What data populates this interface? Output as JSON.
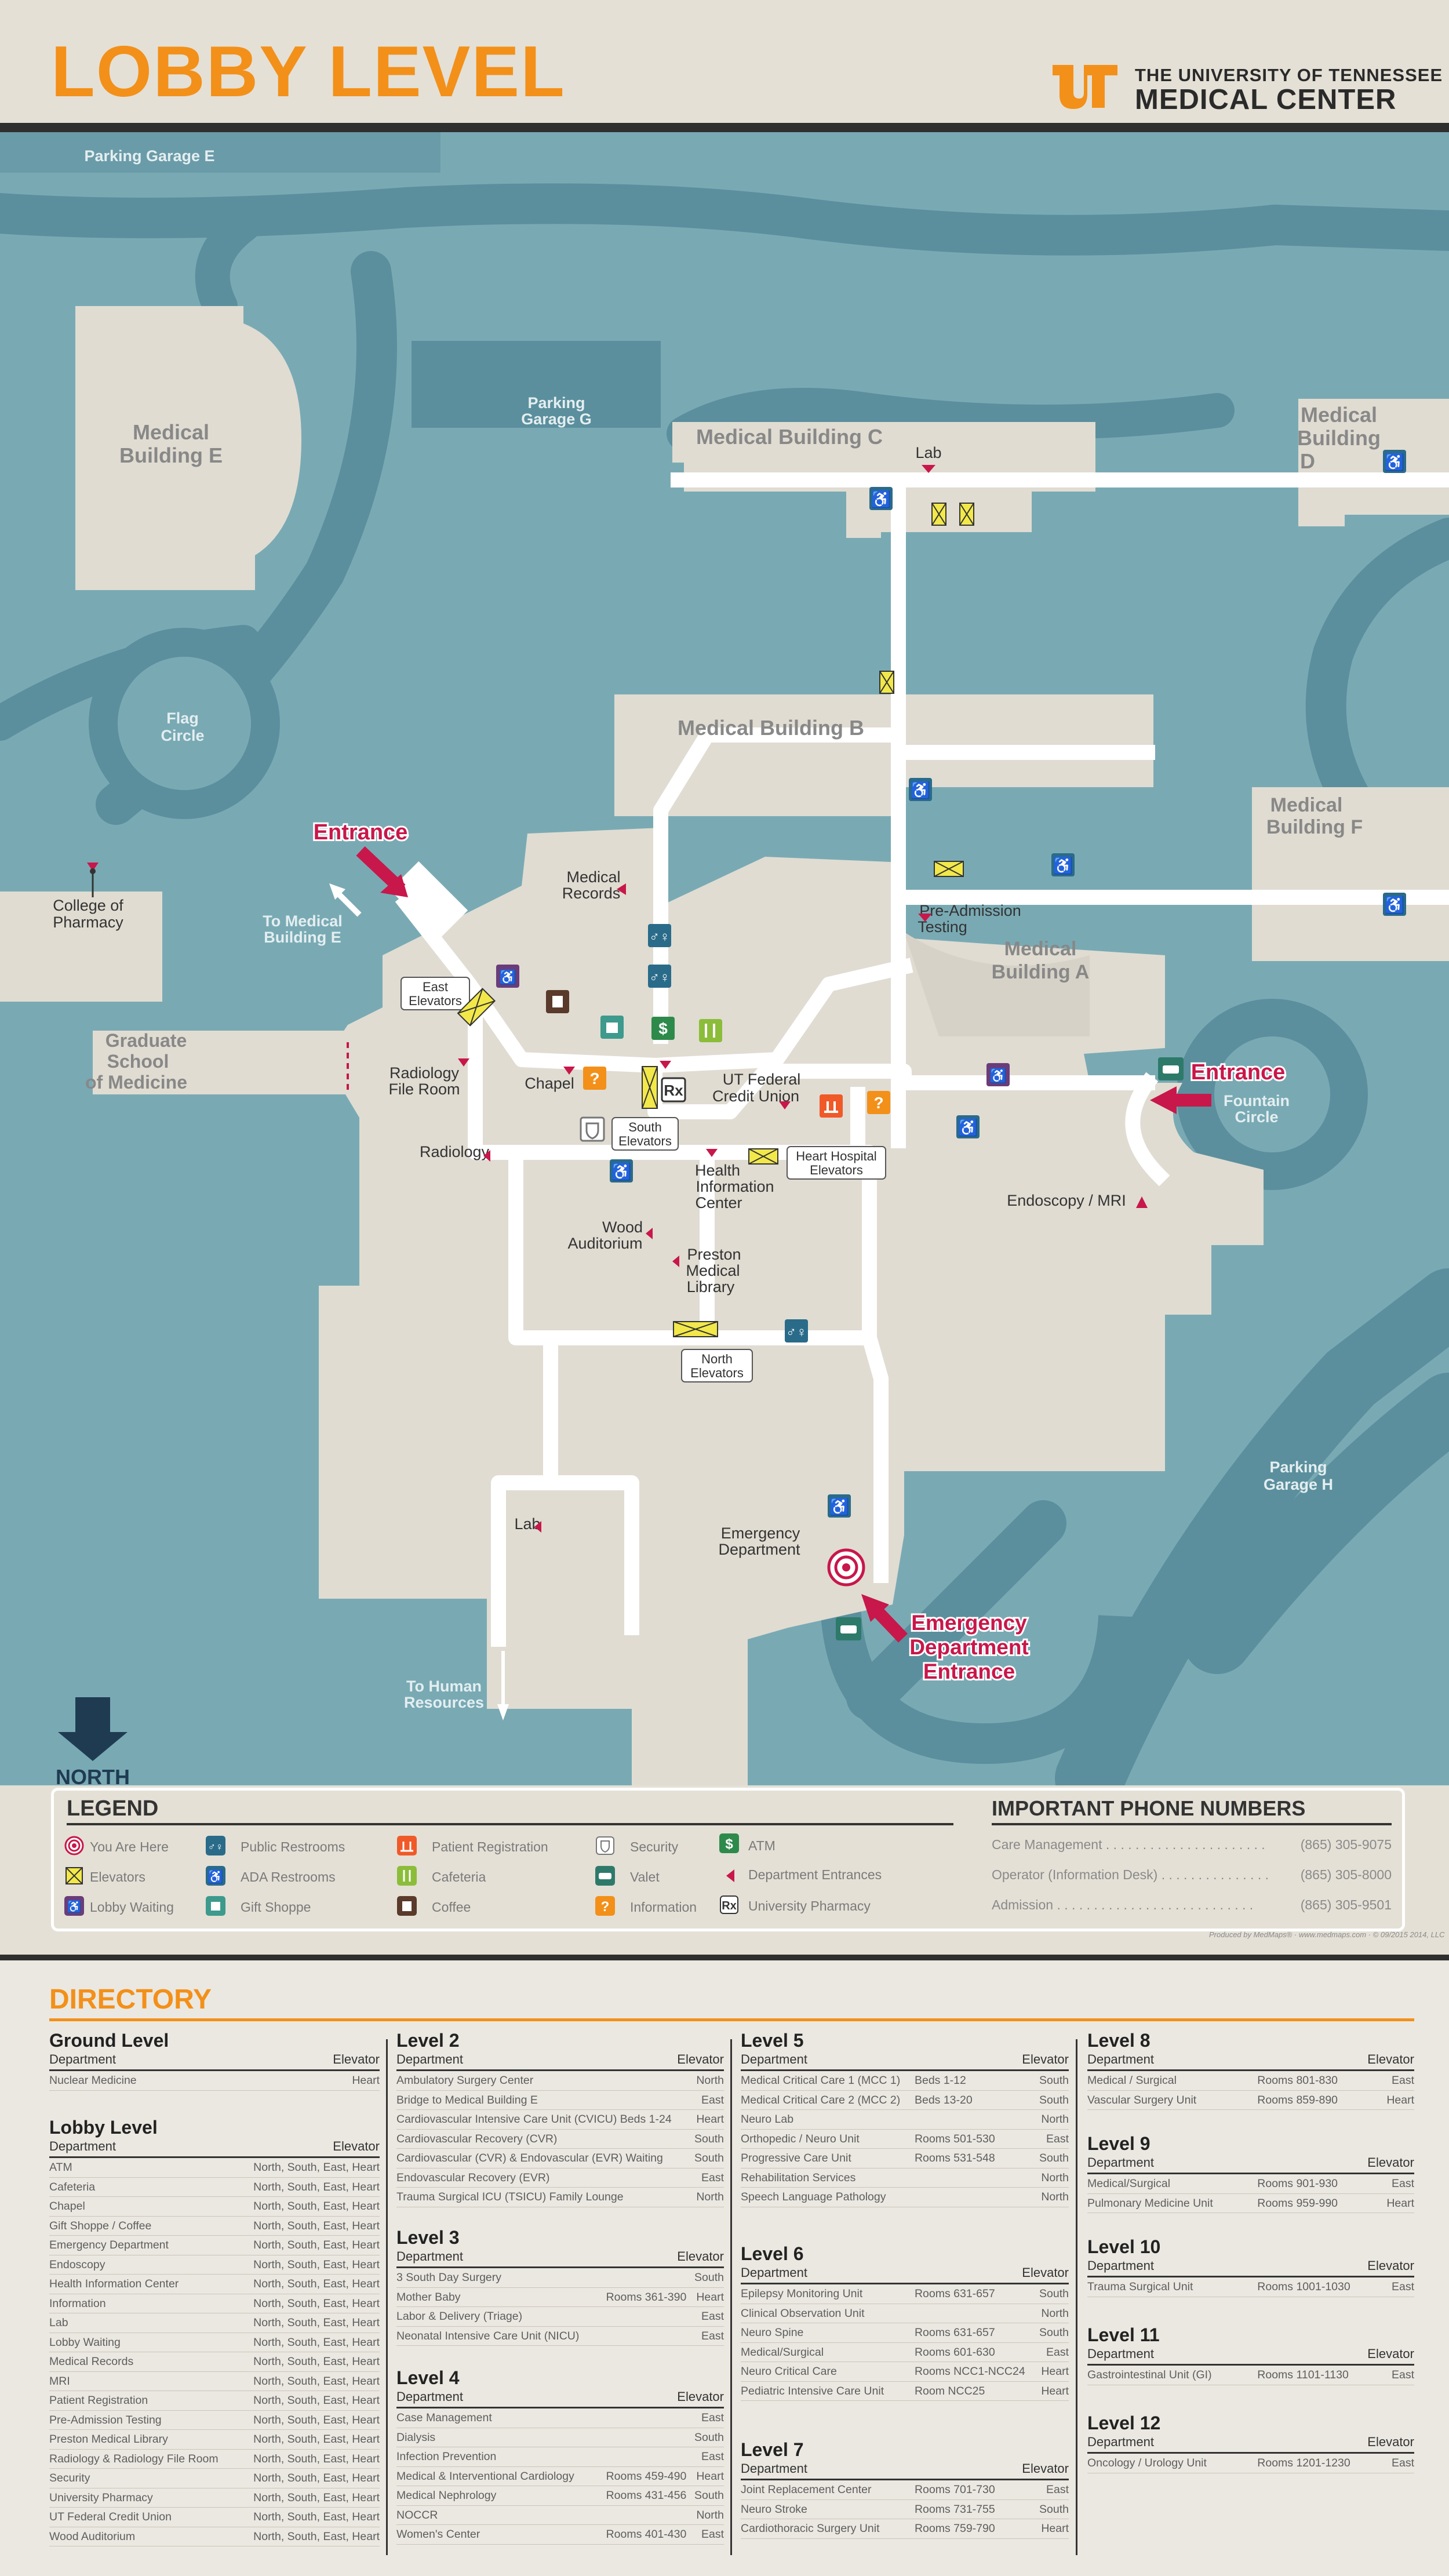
{
  "header": {
    "title": "LOBBY LEVEL",
    "org_line1": "THE UNIVERSITY OF TENNESSEE",
    "org_line2": "MEDICAL CENTER"
  },
  "colors": {
    "accent": "#f39019",
    "water": "#79aab4",
    "road": "#5b8f9d",
    "building": "#e0dcd2",
    "corridor": "#ffffff",
    "entrance": "#c8174a",
    "header_dark": "#2f2f2f"
  },
  "map": {
    "labels": {
      "parking_e": "Parking Garage E",
      "parking_g1": "Parking",
      "parking_g2": "Garage G",
      "parking_h1": "Parking",
      "parking_h2": "Garage H",
      "med_e1": "Medical",
      "med_e2": "Building E",
      "med_c": "Medical Building C",
      "med_d1": "Medical",
      "med_d2": "Building",
      "med_d3": "D",
      "med_b": "Medical Building B",
      "med_f1": "Medical",
      "med_f2": "Building F",
      "med_a1": "Medical",
      "med_a2": "Building A",
      "flag1": "Flag",
      "flag2": "Circle",
      "fountain1": "Fountain",
      "fountain2": "Circle",
      "pharmacy1": "College of",
      "pharmacy2": "Pharmacy",
      "grad1": "Graduate",
      "grad2": "School",
      "grad3": "of Medicine",
      "to_mbe1": "To  Medical",
      "to_mbe2": "Building E",
      "lab_c": "Lab",
      "med_records1": "Medical",
      "med_records2": "Records",
      "pre_admission1": "Pre-Admission",
      "pre_admission2": "Testing",
      "east_elev1": "East",
      "east_elev2": "Elevators",
      "rad_file1": "Radiology",
      "rad_file2": "File Room",
      "chapel": "Chapel",
      "south_elev1": "South",
      "south_elev2": "Elevators",
      "ut_fcu1": "UT Federal",
      "ut_fcu2": "Credit Union",
      "radiology": "Radiology",
      "hic1": "Health",
      "hic2": "Information",
      "hic3": "Center",
      "heart_elev1": "Heart Hospital",
      "heart_elev2": "Elevators",
      "endoscopy": "Endoscopy / MRI",
      "wood1": "Wood",
      "wood2": "Auditorium",
      "preston1": "Preston",
      "preston2": "Medical",
      "preston3": "Library",
      "north_elev1": "North",
      "north_elev2": "Elevators",
      "lab": "Lab",
      "emergency1": "Emergency",
      "emergency2": "Department",
      "to_hr1": "To Human",
      "to_hr2": "Resources",
      "north": "NORTH"
    },
    "entrances": {
      "west": "Entrance",
      "east": "Entrance",
      "ed1": "Emergency",
      "ed2": "Department",
      "ed3": "Entrance"
    }
  },
  "legend": {
    "title": "LEGEND",
    "items": [
      "You Are Here",
      "Elevators",
      "Lobby Waiting",
      "Public Restrooms",
      "ADA Restrooms",
      "Gift Shoppe",
      "Patient Registration",
      "Cafeteria",
      "Coffee",
      "Security",
      "Valet",
      "Information",
      "ATM",
      "Department Entrances",
      "University Pharmacy"
    ]
  },
  "phones": {
    "title": "IMPORTANT PHONE NUMBERS",
    "rows": [
      {
        "label": "Care Management",
        "dots": " . . . . . . . . . . . . . . . . . . . . . .",
        "number": "(865) 305-9075"
      },
      {
        "label": "Operator (Information Desk)",
        "dots": " . . . . . . . . . . . . . . .",
        "number": "(865) 305-8000"
      },
      {
        "label": "Admission",
        "dots": " . . . . . . . . . . . . . . . . . . . . . . . . . . .",
        "number": "(865) 305-9501"
      }
    ]
  },
  "credit": "Produced by MedMaps® · www.medmaps.com · © 09/2015 2014, LLC",
  "directory": {
    "title": "DIRECTORY",
    "dept_label": "Department",
    "elev_label": "Elevator",
    "sections": {
      "ground": {
        "title": "Ground Level",
        "rows": [
          {
            "d": "Nuclear Medicine",
            "r": "",
            "e": "Heart"
          }
        ]
      },
      "lobby": {
        "title": "Lobby Level",
        "rows": [
          {
            "d": "ATM",
            "r": "",
            "e": "North, South, East, Heart"
          },
          {
            "d": "Cafeteria",
            "r": "",
            "e": "North, South, East, Heart"
          },
          {
            "d": "Chapel",
            "r": "",
            "e": "North, South, East, Heart"
          },
          {
            "d": "Gift Shoppe / Coffee",
            "r": "",
            "e": "North, South, East, Heart"
          },
          {
            "d": "Emergency Department",
            "r": "",
            "e": "North, South, East, Heart"
          },
          {
            "d": "Endoscopy",
            "r": "",
            "e": "North, South, East, Heart"
          },
          {
            "d": "Health Information Center",
            "r": "",
            "e": "North, South, East, Heart"
          },
          {
            "d": "Information",
            "r": "",
            "e": "North, South, East, Heart"
          },
          {
            "d": "Lab",
            "r": "",
            "e": "North, South, East, Heart"
          },
          {
            "d": "Lobby Waiting",
            "r": "",
            "e": "North, South, East, Heart"
          },
          {
            "d": "Medical Records",
            "r": "",
            "e": "North, South, East, Heart"
          },
          {
            "d": "MRI",
            "r": "",
            "e": "North, South, East, Heart"
          },
          {
            "d": "Patient Registration",
            "r": "",
            "e": "North, South, East, Heart"
          },
          {
            "d": "Pre-Admission Testing",
            "r": "",
            "e": "North, South, East, Heart"
          },
          {
            "d": "Preston Medical Library",
            "r": "",
            "e": "North, South, East, Heart"
          },
          {
            "d": "Radiology & Radiology File Room",
            "r": "",
            "e": "North, South, East, Heart"
          },
          {
            "d": "Security",
            "r": "",
            "e": "North, South, East, Heart"
          },
          {
            "d": "University Pharmacy",
            "r": "",
            "e": "North, South, East, Heart"
          },
          {
            "d": "UT Federal Credit Union",
            "r": "",
            "e": "North, South, East, Heart"
          },
          {
            "d": "Wood Auditorium",
            "r": "",
            "e": "North, South, East, Heart"
          }
        ]
      },
      "l2": {
        "title": "Level 2",
        "rows": [
          {
            "d": "Ambulatory Surgery Center",
            "r": "",
            "e": "North"
          },
          {
            "d": "Bridge to Medical Building E",
            "r": "",
            "e": "East"
          },
          {
            "d": "Cardiovascular Intensive Care Unit (CVICU) Beds 1-24",
            "r": "",
            "e": "Heart"
          },
          {
            "d": "Cardiovascular Recovery (CVR)",
            "r": "",
            "e": "South"
          },
          {
            "d": "Cardiovascular (CVR) & Endovascular (EVR) Waiting",
            "r": "",
            "e": "South"
          },
          {
            "d": "Endovascular Recovery (EVR)",
            "r": "",
            "e": "East"
          },
          {
            "d": "Trauma Surgical ICU (TSICU) Family Lounge",
            "r": "",
            "e": "North"
          }
        ]
      },
      "l3": {
        "title": "Level 3",
        "rows": [
          {
            "d": "3 South Day Surgery",
            "r": "",
            "e": "South"
          },
          {
            "d": "Mother Baby",
            "r": "Rooms 361-390",
            "e": "Heart"
          },
          {
            "d": "Labor & Delivery (Triage)",
            "r": "",
            "e": "East"
          },
          {
            "d": "Neonatal Intensive Care Unit (NICU)",
            "r": "",
            "e": "East"
          }
        ]
      },
      "l4": {
        "title": "Level 4",
        "rows": [
          {
            "d": "Case Management",
            "r": "",
            "e": "East"
          },
          {
            "d": "Dialysis",
            "r": "",
            "e": "South"
          },
          {
            "d": "Infection Prevention",
            "r": "",
            "e": "East"
          },
          {
            "d": "Medical & Interventional Cardiology",
            "r": "Rooms 459-490",
            "e": "Heart"
          },
          {
            "d": "Medical Nephrology",
            "r": "Rooms 431-456",
            "e": "South"
          },
          {
            "d": "NOCCR",
            "r": "",
            "e": "North"
          },
          {
            "d": "Women's Center",
            "r": "Rooms 401-430",
            "e": "East"
          }
        ]
      },
      "l5": {
        "title": "Level 5",
        "rows": [
          {
            "d": "Medical Critical Care 1 (MCC 1)",
            "r": "Beds 1-12",
            "e": "South"
          },
          {
            "d": "Medical Critical Care 2 (MCC 2)",
            "r": "Beds 13-20",
            "e": "South"
          },
          {
            "d": "Neuro Lab",
            "r": "",
            "e": "North"
          },
          {
            "d": "Orthopedic / Neuro Unit",
            "r": "Rooms 501-530",
            "e": "East"
          },
          {
            "d": "Progressive Care Unit",
            "r": "Rooms 531-548",
            "e": "South"
          },
          {
            "d": "Rehabilitation Services",
            "r": "",
            "e": "North"
          },
          {
            "d": "Speech Language Pathology",
            "r": "",
            "e": "North"
          }
        ]
      },
      "l6": {
        "title": "Level 6",
        "rows": [
          {
            "d": "Epilepsy Monitoring Unit",
            "r": "Rooms 631-657",
            "e": "South"
          },
          {
            "d": "Clinical Observation Unit",
            "r": "",
            "e": "North"
          },
          {
            "d": "Neuro Spine",
            "r": "Rooms 631-657",
            "e": "South"
          },
          {
            "d": "Medical/Surgical",
            "r": "Rooms 601-630",
            "e": "East"
          },
          {
            "d": "Neuro Critical Care",
            "r": "Rooms NCC1-NCC24",
            "e": "Heart"
          },
          {
            "d": "Pediatric Intensive Care Unit",
            "r": "Room NCC25",
            "e": "Heart"
          }
        ]
      },
      "l7": {
        "title": "Level 7",
        "rows": [
          {
            "d": "Joint Replacement Center",
            "r": "Rooms 701-730",
            "e": "East"
          },
          {
            "d": "Neuro Stroke",
            "r": "Rooms 731-755",
            "e": "South"
          },
          {
            "d": "Cardiothoracic Surgery Unit",
            "r": "Rooms 759-790",
            "e": "Heart"
          }
        ]
      },
      "l8": {
        "title": "Level 8",
        "rows": [
          {
            "d": "Medical / Surgical",
            "r": "Rooms 801-830",
            "e": "East"
          },
          {
            "d": "Vascular Surgery Unit",
            "r": "Rooms 859-890",
            "e": "Heart"
          }
        ]
      },
      "l9": {
        "title": "Level 9",
        "rows": [
          {
            "d": "Medical/Surgical",
            "r": "Rooms 901-930",
            "e": "East"
          },
          {
            "d": "Pulmonary Medicine Unit",
            "r": "Rooms 959-990",
            "e": "Heart"
          }
        ]
      },
      "l10": {
        "title": "Level 10",
        "rows": [
          {
            "d": "Trauma Surgical Unit",
            "r": "Rooms 1001-1030",
            "e": "East"
          }
        ]
      },
      "l11": {
        "title": "Level 11",
        "rows": [
          {
            "d": "Gastrointestinal Unit (GI)",
            "r": "Rooms 1101-1130",
            "e": "East"
          }
        ]
      },
      "l12": {
        "title": "Level 12",
        "rows": [
          {
            "d": "Oncology / Urology Unit",
            "r": "Rooms 1201-1230",
            "e": "East"
          }
        ]
      }
    }
  }
}
